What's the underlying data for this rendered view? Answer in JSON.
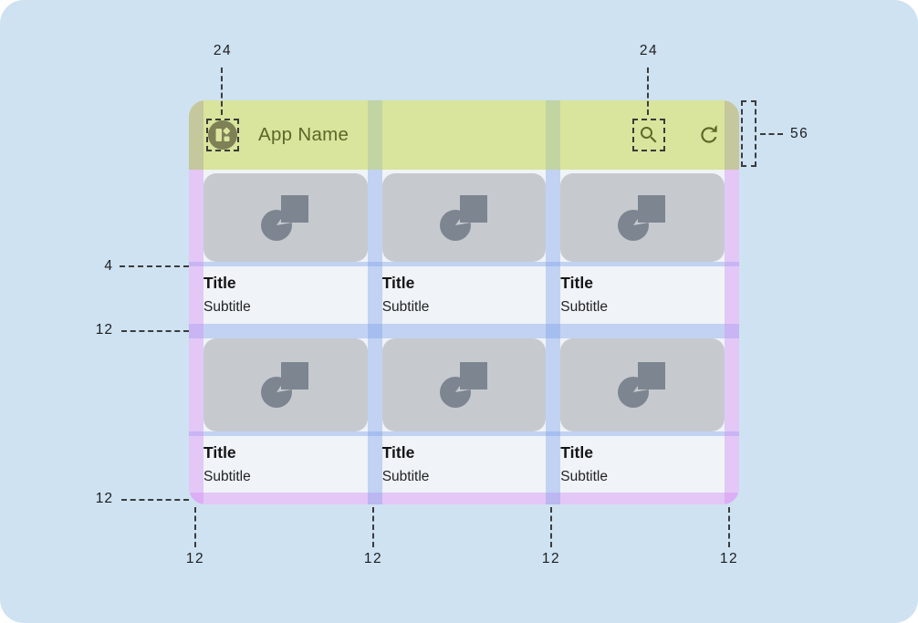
{
  "app": {
    "name": "App Name"
  },
  "cards": [
    {
      "title": "Title",
      "subtitle": "Subtitle"
    },
    {
      "title": "Title",
      "subtitle": "Subtitle"
    },
    {
      "title": "Title",
      "subtitle": "Subtitle"
    },
    {
      "title": "Title",
      "subtitle": "Subtitle"
    },
    {
      "title": "Title",
      "subtitle": "Subtitle"
    },
    {
      "title": "Title",
      "subtitle": "Subtitle"
    }
  ],
  "annotations": {
    "app_icon_keyline": "24",
    "search_icon_keyline": "24",
    "appbar_height": "56",
    "image_text_gap": "4",
    "row_gap": "12",
    "bottom_margin": "12",
    "column_keylines": [
      "12",
      "12",
      "12",
      "12"
    ]
  },
  "icons": {
    "app_icon": "dashboard-icon",
    "search": "search-icon",
    "refresh": "refresh-icon",
    "card_placeholder": "shapes-placeholder-icon"
  },
  "colors": {
    "canvas_background": "#cee2f1",
    "appbar_green": "#d9e49c",
    "appbar_content": "#5a6728",
    "margin_overlay_purple": "#d392f4",
    "spacing_overlay_blue": "#7ca1eb",
    "card_image_gray": "#c6cacf",
    "card_icon_gray": "#7d8590",
    "surface": "#f0f3f7"
  }
}
